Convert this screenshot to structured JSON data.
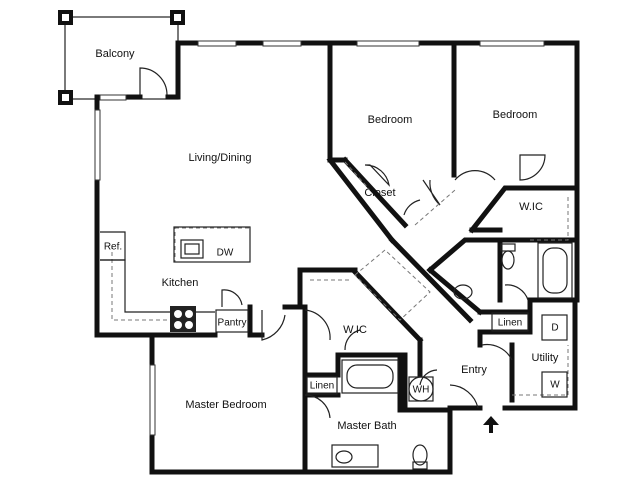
{
  "floorplan": {
    "rooms": {
      "balcony": "Balcony",
      "living_dining": "Living/Dining",
      "bedroom_1": "Bedroom",
      "bedroom_2": "Bedroom",
      "closet": "Closet",
      "wic_bedroom": "W.IC",
      "kitchen": "Kitchen",
      "ref": "Ref.",
      "dw": "DW",
      "pantry": "Pantry",
      "wic_master": "W.IC",
      "linen_hall": "Linen",
      "linen_master": "Linen",
      "utility": "Utility",
      "dryer": "D",
      "washer": "W",
      "entry": "Entry",
      "water_heater": "WH",
      "master_bedroom": "Master Bedroom",
      "master_bath": "Master Bath"
    }
  }
}
